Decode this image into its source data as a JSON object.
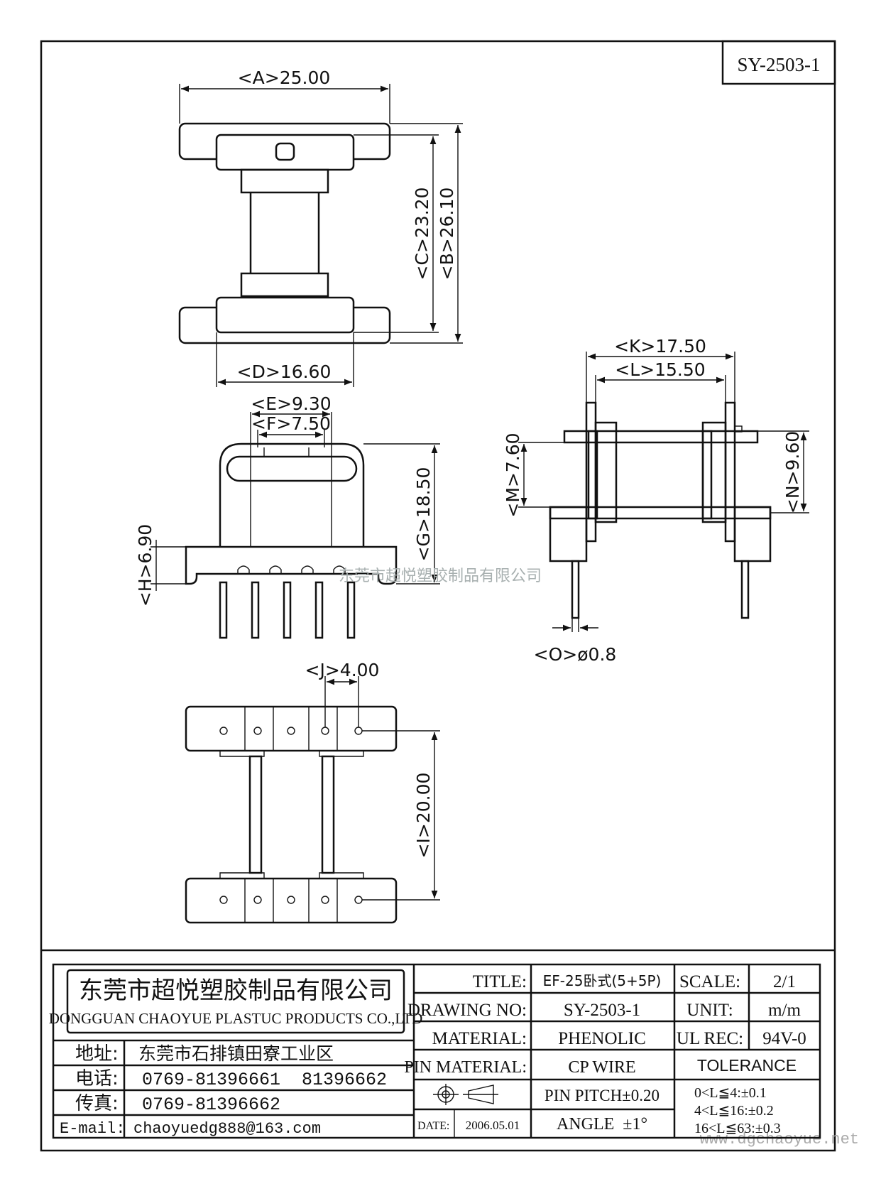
{
  "drawing_code": "SY-2503-1",
  "dimensions": {
    "A": "<A>25.00",
    "B": "<B>26.10",
    "C": "<C>23.20",
    "D": "<D>16.60",
    "E": "<E>9.30",
    "F": "<F>7.50",
    "G": "<G>18.50",
    "H": "<H>6.90",
    "I": "<I>20.00",
    "J": "<J>4.00",
    "K": "<K>17.50",
    "L": "<L>15.50",
    "M": "<M>7.60",
    "N": "<N>9.60",
    "O": "<O>ø0.8"
  },
  "watermark_center": "东莞市超悦塑胶制品有限公司",
  "watermark_url": "www.dgchaoyue.net",
  "company": {
    "name_cn": "东莞市超悦塑胶制品有限公司",
    "name_en": "DONGGUAN CHAOYUE PLASTUC PRODUCTS CO.,LTD",
    "address_label": "地址:",
    "address": "东莞市石排镇田寮工业区",
    "phone_label": "电话:",
    "phone": "0769-81396661  81396662",
    "fax_label": "传真:",
    "fax": "0769-81396662",
    "email_label": "E-mail:",
    "email": "chaoyuedg888@163.com"
  },
  "title_block": {
    "title_label": "TITLE:",
    "title": "EF-25卧式(5+5P)",
    "drawing_no_label": "DRAWING NO:",
    "drawing_no": "SY-2503-1",
    "material_label": "MATERIAL:",
    "material": "PHENOLIC",
    "pin_material_label": "PIN MATERIAL:",
    "pin_material": "CP WIRE",
    "date_label": "DATE:",
    "date": "2006.05.01",
    "pin_pitch": "PIN PITCH±0.20",
    "angle": "ANGLE  ±1°",
    "scale_label": "SCALE:",
    "scale": "2/1",
    "unit_label": "UNIT:",
    "unit": "m/m",
    "ul_label": "UL REC:",
    "ul": "94V-0",
    "tolerance_label": "TOLERANCE",
    "tolerance": [
      "0<L≦4:±0.1",
      "4<L≦16:±0.2",
      "16<L≦63:±0.3"
    ]
  }
}
